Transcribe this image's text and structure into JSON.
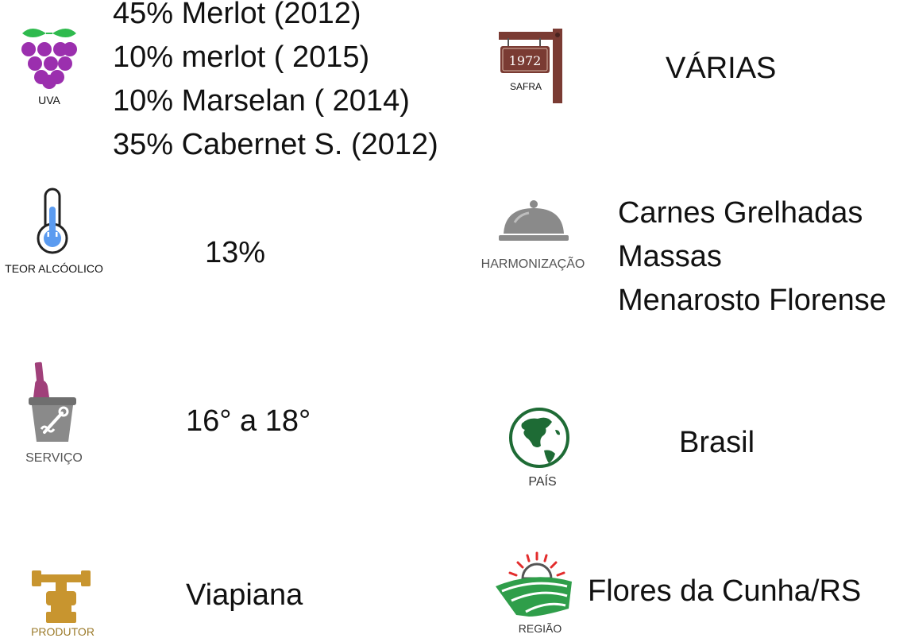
{
  "uva": {
    "caption": "UVA",
    "values": [
      "45% Merlot (2012)",
      "10% merlot ( 2015)",
      "10% Marselan ( 2014)",
      "35% Cabernet S. (2012)"
    ]
  },
  "safra": {
    "caption": "SAFRA",
    "sign_text": "1972",
    "value": "VÁRIAS"
  },
  "teor": {
    "caption": "TEOR ALCÓOLICO",
    "value": "13%"
  },
  "harmonizacao": {
    "caption": "HARMONIZAÇÃO",
    "values": [
      "Carnes Grelhadas",
      "Massas",
      "Menarosto Florense"
    ]
  },
  "servico": {
    "caption": "SERVIÇO",
    "value": "16° a  18°"
  },
  "pais": {
    "caption": "PAÍS",
    "value": "Brasil"
  },
  "produtor": {
    "caption": "PRODUTOR",
    "value": "Viapiana"
  },
  "regiao": {
    "caption": "REGIÃO",
    "value": "Flores da Cunha/RS"
  },
  "colors": {
    "grape": "#9b2fae",
    "leaf": "#2fba4e",
    "sign": "#7a3b33",
    "thermo_fill": "#5b9bf0",
    "gray": "#8a8a8a",
    "bottle": "#a0407a",
    "globe": "#1e6b35",
    "faucet": "#c8952f",
    "sun": "#e32d2d",
    "field": "#2f9e4a"
  }
}
